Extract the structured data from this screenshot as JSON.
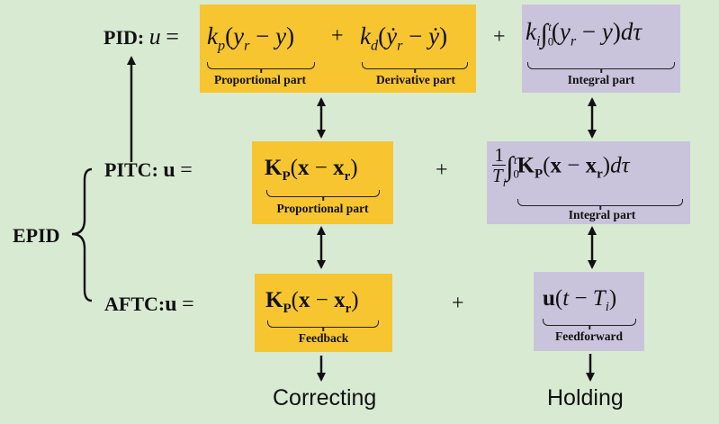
{
  "rows": {
    "pid": {
      "label": "PID",
      "label_sep": ":",
      "u_symbol": "u",
      "equals": "="
    },
    "pitc": {
      "label": "PITC",
      "label_sep": ":",
      "u_symbol": "u",
      "equals": "="
    },
    "aftc": {
      "label": "AFTC",
      "label_sep": ":",
      "u_symbol": "u",
      "equals": "="
    }
  },
  "group_label": "EPID",
  "pid_terms": {
    "proportional": {
      "caption": "Proportional part"
    },
    "derivative": {
      "caption": "Derivative part"
    },
    "integral": {
      "caption": "Integral part"
    }
  },
  "pitc_terms": {
    "proportional": {
      "caption": "Proportional part"
    },
    "integral": {
      "caption": "Integral part"
    }
  },
  "aftc_terms": {
    "feedback": {
      "caption": "Feedback"
    },
    "feedforward": {
      "caption": "Feedforward"
    }
  },
  "plus_sign": "+",
  "outputs": {
    "correcting": "Correcting",
    "holding": "Holding"
  },
  "colors": {
    "background": "#d9ead3",
    "proportional_box": "#f6c530",
    "integral_box": "#c9c4dc"
  }
}
